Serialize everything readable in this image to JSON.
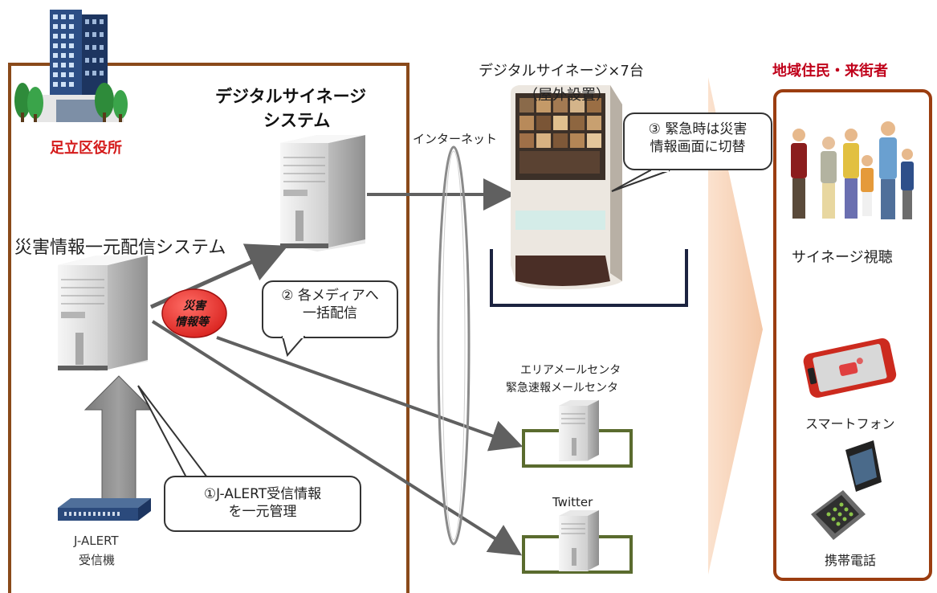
{
  "left_panel": {
    "office_label": "足立区役所",
    "unified_system_label": "災害情報一元配信システム",
    "signage_system_label_line1": "デジタルサイネージ",
    "signage_system_label_line2": "システム",
    "disaster_badge_line1": "災害",
    "disaster_badge_line2": "情報等",
    "callout_distribute_line1": "② 各メディアへ",
    "callout_distribute_line2": "一括配信",
    "callout_jalert_line1": "①J-ALERT受信情報",
    "callout_jalert_line2": "を一元管理",
    "receiver_label_line1": "J-ALERT",
    "receiver_label_line2": "受信機"
  },
  "middle": {
    "internet_label": "インターネット",
    "signage_label_line1": "デジタルサイネージ×7台",
    "signage_label_line2": "（屋外設置）",
    "callout_emergency_line1": "③ 緊急時は災害",
    "callout_emergency_line2": "情報画面に切替",
    "mail_center_line1": "エリアメールセンタ",
    "mail_center_line2": "緊急速報メールセンタ",
    "twitter_label": "Twitter"
  },
  "right_panel": {
    "title": "地域住民・来街者",
    "signage_viewing": "サイネージ視聴",
    "smartphone": "スマートフォン",
    "mobile_phone": "携帯電話"
  },
  "colors": {
    "box_border": "#8a4a1a",
    "title_red": "#c0001a",
    "badge_red": "#e8332f",
    "arrow_gray": "#606060",
    "server_box_green": "#5a6b2e",
    "signage_bracket_navy": "#1c2340"
  }
}
